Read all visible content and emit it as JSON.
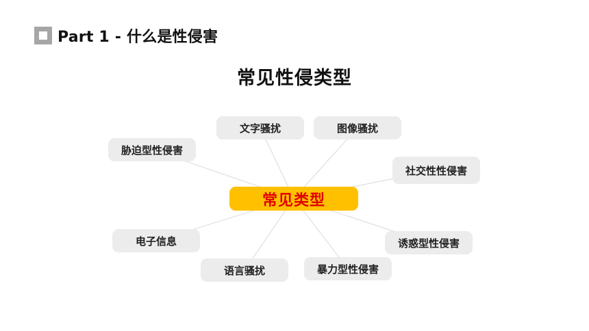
{
  "header": {
    "title": "Part 1 - 什么是性侵害",
    "icon": "square-bullet-icon"
  },
  "main_title": "常见性侵类型",
  "diagram": {
    "center": "常见类型",
    "center_color": "#ffc000",
    "center_text_color": "#e00000",
    "nodes": [
      {
        "id": "text",
        "label": "文字骚扰"
      },
      {
        "id": "image",
        "label": "图像骚扰"
      },
      {
        "id": "coercion",
        "label": "胁迫型性侵害"
      },
      {
        "id": "social",
        "label": "社交性性侵害"
      },
      {
        "id": "electronic",
        "label": "电子信息"
      },
      {
        "id": "seduction",
        "label": "诱惑型性侵害"
      },
      {
        "id": "verbal",
        "label": "语言骚扰"
      },
      {
        "id": "violent",
        "label": "暴力型性侵害"
      }
    ]
  }
}
